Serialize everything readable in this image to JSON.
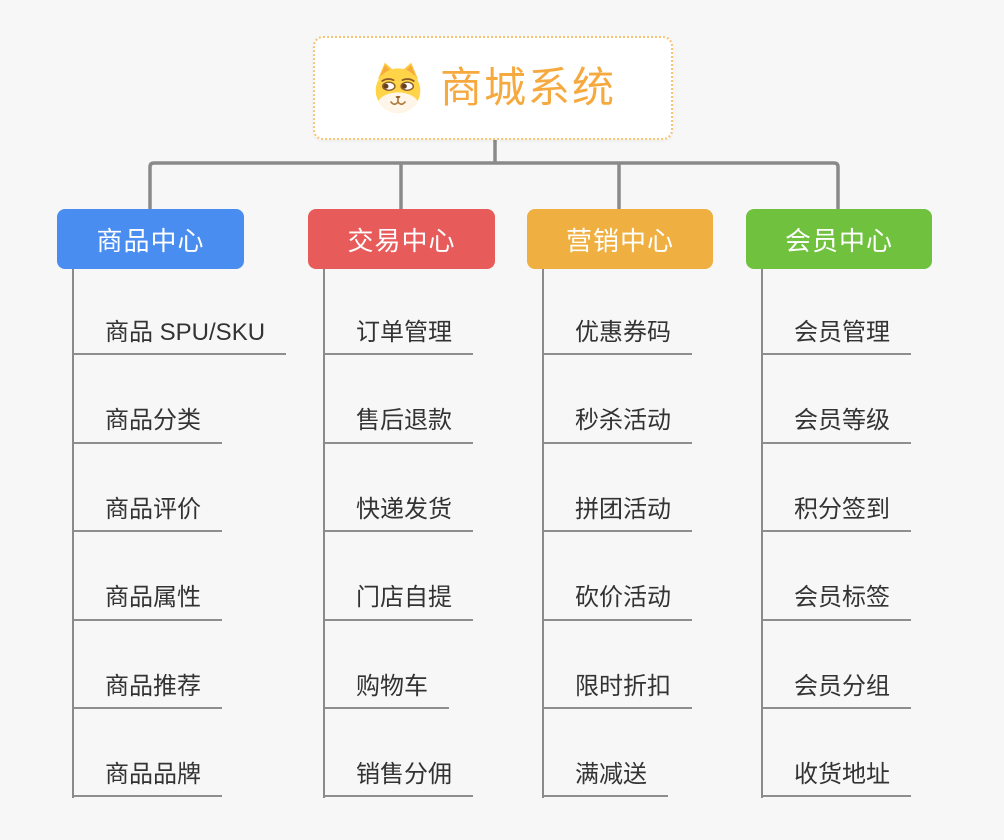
{
  "root": {
    "title": "商城系统",
    "icon": "shiba-dog-icon"
  },
  "branches": [
    {
      "label": "商品中心",
      "color": "#4A8DF0",
      "children": [
        "商品 SPU/SKU",
        "商品分类",
        "商品评价",
        "商品属性",
        "商品推荐",
        "商品品牌"
      ]
    },
    {
      "label": "交易中心",
      "color": "#E85B5B",
      "children": [
        "订单管理",
        "售后退款",
        "快递发货",
        "门店自提",
        "购物车",
        "销售分佣"
      ]
    },
    {
      "label": "营销中心",
      "color": "#EFB041",
      "children": [
        "优惠券码",
        "秒杀活动",
        "拼团活动",
        "砍价活动",
        "限时折扣",
        "满减送"
      ]
    },
    {
      "label": "会员中心",
      "color": "#6FC13E",
      "children": [
        "会员管理",
        "会员等级",
        "积分签到",
        "会员标签",
        "会员分组",
        "收货地址"
      ]
    }
  ],
  "colors": {
    "background": "#F7F7F7",
    "connector": "#8A8A8A",
    "underline": "#8E8E8E",
    "child_text": "#333333",
    "root_text": "#F5A93E",
    "root_border": "#F7C472",
    "node_text": "#FFFFFF"
  }
}
